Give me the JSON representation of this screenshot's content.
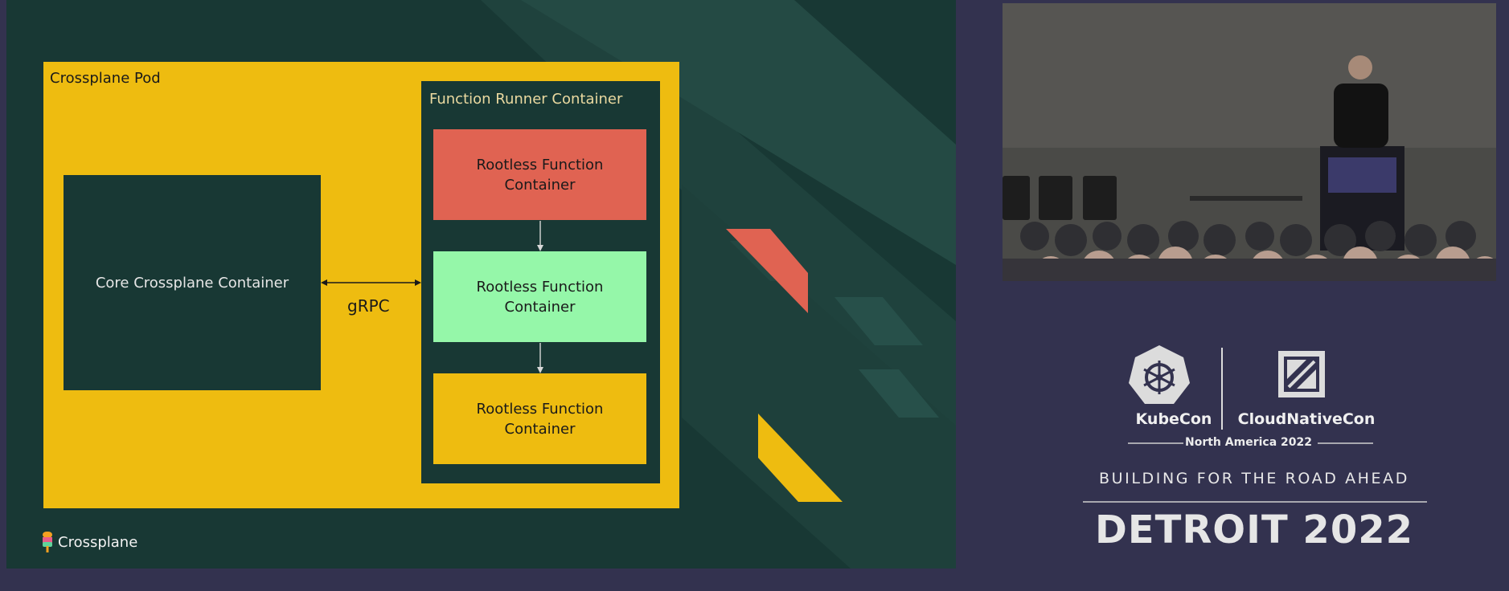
{
  "slide": {
    "pod_label": "Crossplane Pod",
    "core_container": "Core Crossplane Container",
    "connection_label": "gRPC",
    "runner_label": "Function Runner Container",
    "functions": [
      {
        "label": "Rootless Function Container",
        "color": "#e06352"
      },
      {
        "label": "Rootless Function Container",
        "color": "#95f7a9"
      },
      {
        "label": "Rootless Function Container",
        "color": "#eebc10"
      }
    ],
    "logo_text": "Crossplane",
    "colors": {
      "background": "#183834",
      "pod": "#eebc10",
      "accent_red": "#e06352",
      "accent_green": "#95f7a9"
    }
  },
  "event": {
    "kubecon": "KubeCon",
    "cloudnativecon": "CloudNativeCon",
    "edition": "North America 2022",
    "tagline": "BUILDING FOR THE ROAD AHEAD",
    "city": "DETROIT 2022",
    "icons": [
      "kubernetes-helm-icon",
      "cncf-icon"
    ]
  }
}
